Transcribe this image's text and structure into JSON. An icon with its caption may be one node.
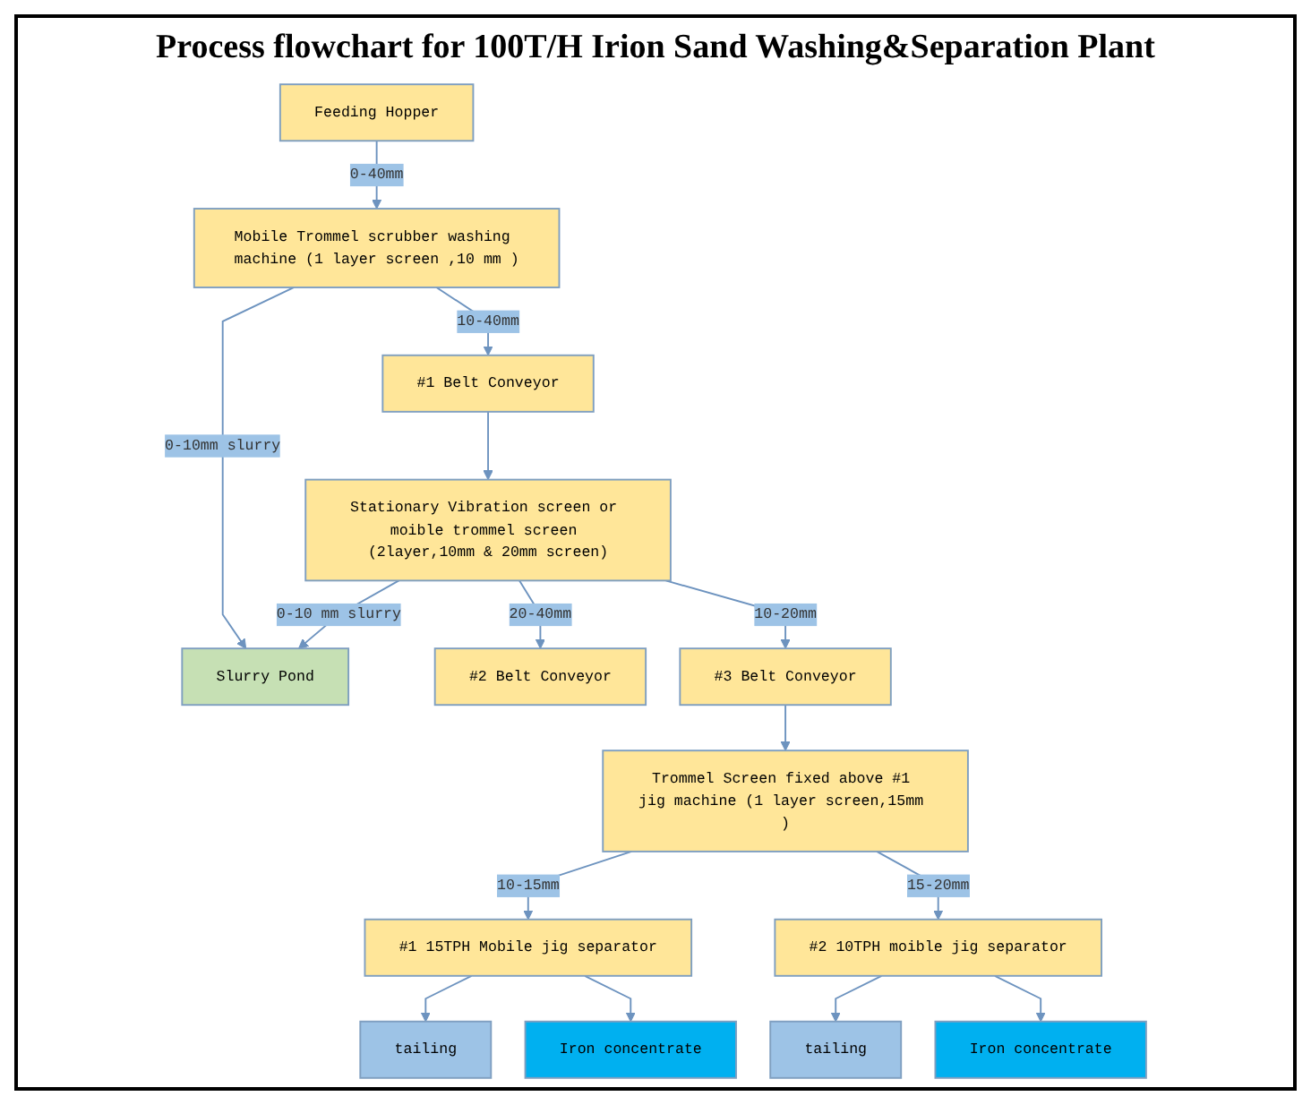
{
  "diagram": {
    "title": "Process flowchart for 100T/H Irion Sand Washing&Separation Plant",
    "nodes": [
      {
        "text": [
          "Feeding Hopper"
        ]
      },
      {
        "text": [
          "Mobile Trommel scrubber washing machine (1 layer screen ,10 mm )"
        ]
      },
      {
        "text": [
          "Slurry Pond"
        ]
      },
      {
        "text": [
          "#1 Belt Conveyor"
        ]
      },
      {
        "text": [
          "Stationary Vibration screen or moible trommel screen (2layer,10mm & 20mm screen)"
        ]
      },
      {
        "text": [
          "#2 Belt Conveyor"
        ]
      },
      {
        "text": [
          "#3 Belt Conveyor"
        ]
      },
      {
        "text": [
          "Trommel Screen fixed above #1 jig machine (1 layer screen,15mm )"
        ]
      },
      {
        "text": [
          "#1 15TPH Mobile jig separator"
        ]
      },
      {
        "text": [
          "tailing"
        ]
      },
      {
        "text": [
          "Iron concentrate"
        ]
      },
      {
        "text": [
          "#2 10TPH moible jig separator"
        ]
      },
      {
        "text": [
          "tailing"
        ]
      },
      {
        "text": [
          "Iron concentrate"
        ]
      }
    ],
    "edges": [
      {
        "from": 0,
        "to": 1,
        "arrow": "to",
        "label": "0-40mm"
      },
      {
        "from": 1,
        "to": 2,
        "arrow": "to",
        "label": "0-10mm slurry"
      },
      {
        "from": 1,
        "to": 3,
        "arrow": "to",
        "label": "10-40mm"
      },
      {
        "from": 3,
        "to": 4,
        "arrow": "to"
      },
      {
        "from": 4,
        "to": 5,
        "arrow": "to",
        "label": "20-40mm"
      },
      {
        "from": 4,
        "to": 2,
        "arrow": "to",
        "label": "0-10 mm slurry"
      },
      {
        "from": 4,
        "to": 6,
        "arrow": "to",
        "label": "10-20mm"
      },
      {
        "from": 6,
        "to": 7,
        "arrow": "to"
      },
      {
        "from": 7,
        "to": 8,
        "arrow": "to",
        "label": "10-15mm"
      },
      {
        "from": 7,
        "to": 11,
        "arrow": "to",
        "label": "15-20mm"
      },
      {
        "from": 8,
        "to": 9,
        "arrow": "to"
      },
      {
        "from": 8,
        "to": 10,
        "arrow": "to"
      },
      {
        "from": 11,
        "to": 12,
        "arrow": "to"
      },
      {
        "from": 11,
        "to": 13,
        "arrow": "to"
      }
    ]
  }
}
